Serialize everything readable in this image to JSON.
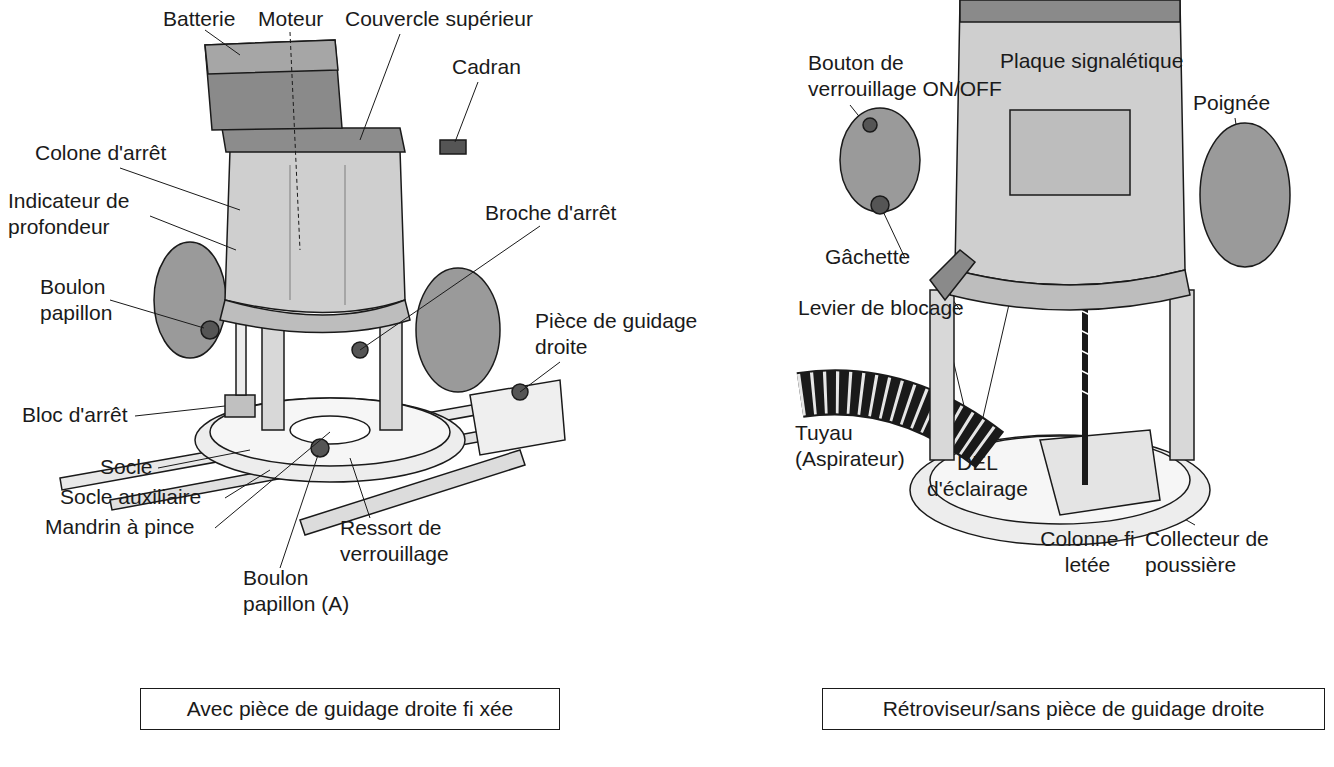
{
  "diagram": {
    "nodes": [
      {
        "text": [
          "Avec pièce de guidage droite fi xée"
        ]
      },
      {
        "text": [
          "Rétroviseur/sans pièce de guidage droite"
        ]
      }
    ],
    "labels": [
      "Batterie",
      "Moteur",
      "Couvercle supérieur",
      "Colone d'arrêt",
      "Cadran",
      "Indicateur de profondeur",
      "Broche d'arrêt",
      "Boulon papillon",
      "Pièce de guidage droite",
      "Bloc d'arrêt",
      "Socle",
      "Socle auxiliaire",
      "Mandrin à pince",
      "Ressort de verrouillage",
      "Boulon papillon (A)",
      "Bouton de verrouillage ON/OFF",
      "Plaque signalétique",
      "Poignée",
      "Gâchette",
      "Levier de blocage",
      "Tuyau (Aspirateur)",
      "DEL d'éclairage",
      "Colonne fi letée",
      "Collecteur de poussière"
    ]
  }
}
